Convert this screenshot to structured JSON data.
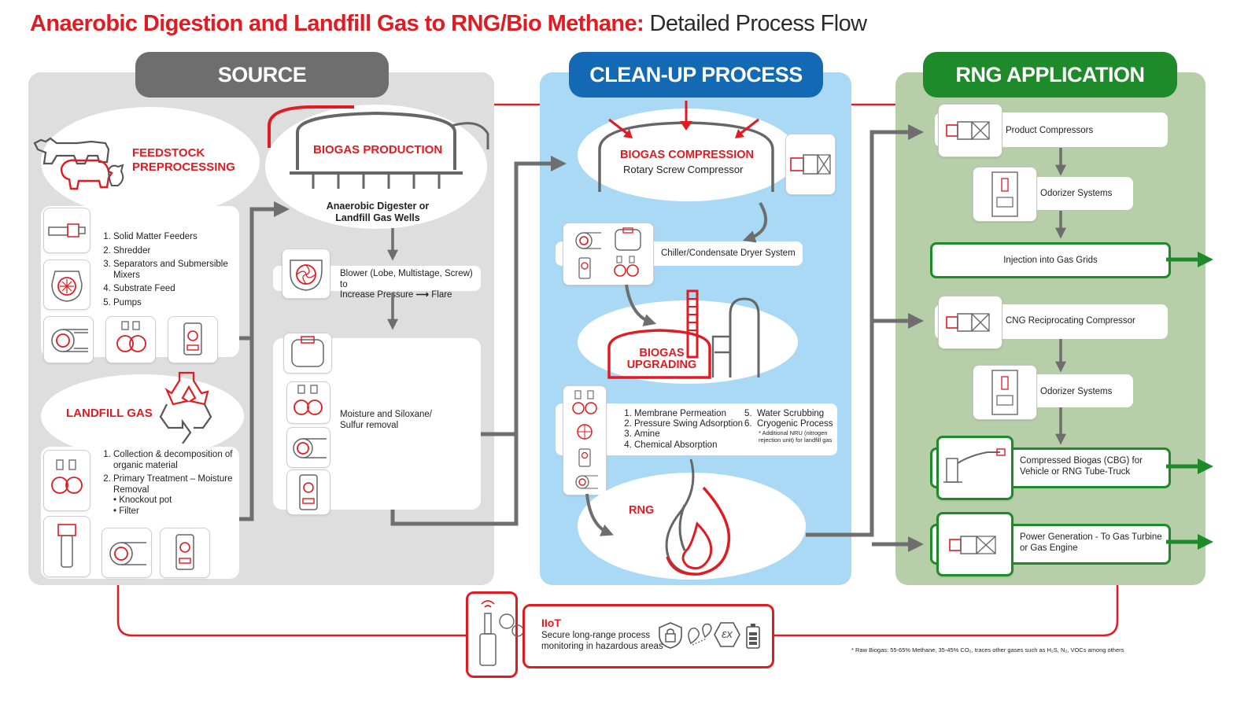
{
  "title": {
    "bold": "Anaerobic Digestion and Landfill Gas to RNG/Bio Methane:",
    "regular": " Detailed Process Flow"
  },
  "colors": {
    "brand_red": "#e11b22",
    "source_gray": "#dedede",
    "cleanup_blue": "#a9d9f5",
    "rng_green": "#b7cfa8",
    "source_header": "#6e6e6e",
    "cleanup_header": "#1369b3",
    "rng_header": "#1e8a2a"
  },
  "source": {
    "header": "SOURCE",
    "feedstock": {
      "line1": "FEEDSTOCK",
      "line2": "PREPROCESSING"
    },
    "feedstock_steps": [
      "Solid Matter Feeders",
      "Shredder",
      "Separators and Submersible Mixers",
      "Substrate Feed",
      "Pumps"
    ],
    "biogas_production": "BIOGAS PRODUCTION",
    "digester": {
      "line1": "Anaerobic Digester or",
      "line2": "Landfill Gas Wells"
    },
    "blower": {
      "line1": "Blower (Lobe, Multistage, Screw) to",
      "line2a": "Increase Pressure",
      "line2b": "Flare"
    },
    "moisture": {
      "line1": "Moisture and Siloxane/",
      "line2": "Sulfur removal"
    },
    "landfill_gas": "LANDFILL GAS",
    "landfill_steps": [
      {
        "main": "Collection & decomposition of organic material",
        "subs": []
      },
      {
        "main": "Primary Treatment – Moisture Removal",
        "subs": [
          "• Knockout pot",
          "• Filter"
        ]
      }
    ]
  },
  "cleanup": {
    "header": "CLEAN-UP PROCESS",
    "compression": {
      "title": "BIOGAS COMPRESSION",
      "subtitle": "Rotary Screw Compressor"
    },
    "chiller": "Chiller/Condensate Dryer System",
    "upgrading": {
      "line1": "BIOGAS",
      "line2": "UPGRADING"
    },
    "methods_left": [
      "Membrane Permeation",
      "Pressure Swing Adsorption",
      "Amine",
      "Chemical Absorption"
    ],
    "methods_right": [
      "Water Scrubbing",
      "Cryogenic Process"
    ],
    "methods_right_numbers": [
      "5.",
      "6."
    ],
    "nru_note": "* Additional NRU (nitrogen rejection unit) for landfill gas",
    "rng": "RNG"
  },
  "application": {
    "header": "RNG APPLICATION",
    "items": {
      "product_compressors": "Product Compressors",
      "odorizer_1": "Odorizer Systems",
      "injection": "Injection into Gas Grids",
      "cng": "CNG Reciprocating Compressor",
      "odorizer_2": "Odorizer Systems",
      "cbg": {
        "line1": "Compressed Biogas (CBG) for",
        "line2": "Vehicle or RNG Tube-Truck"
      },
      "power": {
        "line1": "Power Generation - To Gas Turbine",
        "line2": "or Gas Engine"
      }
    }
  },
  "iiot": {
    "title": "IIoT",
    "line1": "Secure long-range process",
    "line2": "monitoring in hazardous areas",
    "ex_symbol": "εx"
  },
  "footnote": "* Raw Biogas: 55-65% Methane, 35-45% CO₂, traces other gases such as H₂S, N₂, VOCs among others"
}
